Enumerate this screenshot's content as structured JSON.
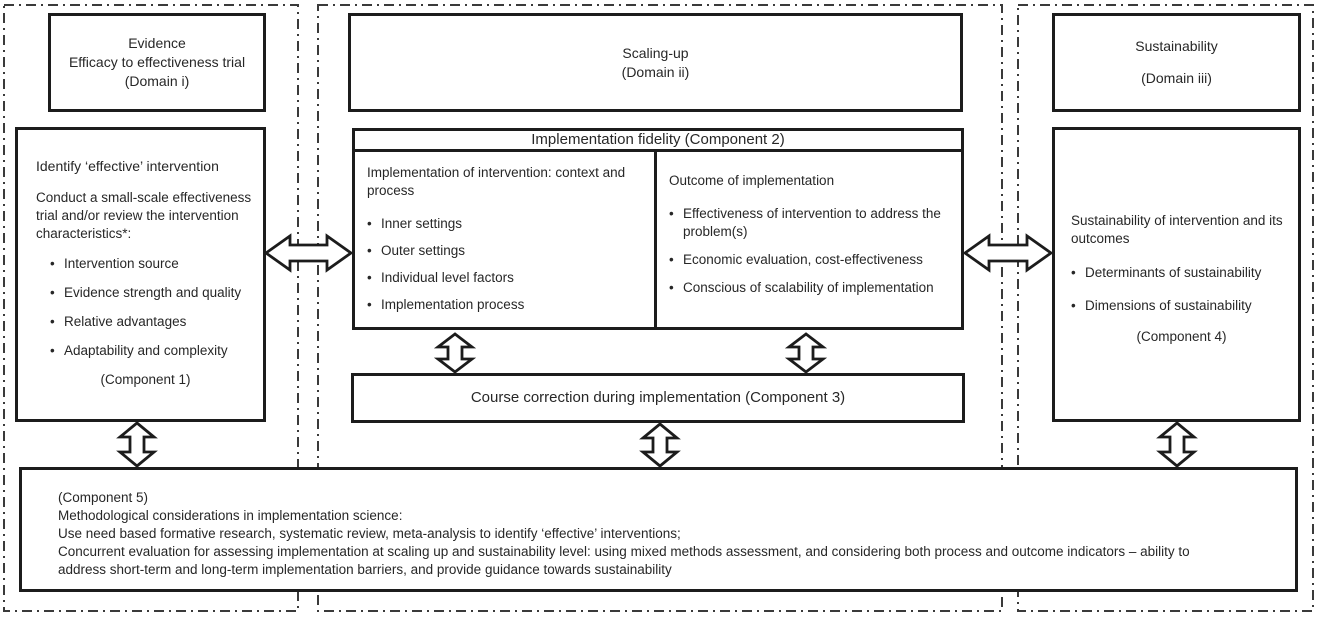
{
  "domains": {
    "i": {
      "line1": "Evidence",
      "line2": "Efficacy to effectiveness trial",
      "line3": "(Domain i)"
    },
    "ii": {
      "line1": "Scaling-up",
      "line2": "(Domain ii)"
    },
    "iii": {
      "line1": "Sustainability",
      "line2": "(Domain iii)"
    }
  },
  "component1": {
    "heading": "Identify ‘effective’ intervention",
    "intro": "Conduct a small-scale effectiveness trial and/or review the intervention characteristics*:",
    "bullets": [
      "Intervention source",
      "Evidence strength and quality",
      "Relative advantages",
      "Adaptability and complexity"
    ],
    "label": "(Component 1)"
  },
  "component2": {
    "header": "Implementation fidelity (Component 2)",
    "left": {
      "heading": "Implementation of intervention: context and process",
      "bullets": [
        "Inner settings",
        "Outer settings",
        "Individual level factors",
        "Implementation process"
      ]
    },
    "right": {
      "heading": "Outcome of implementation",
      "bullets": [
        "Effectiveness of intervention to address the problem(s)",
        "Economic evaluation, cost-effectiveness",
        "Conscious of scalability of implementation"
      ]
    }
  },
  "component3": {
    "label": "Course correction during implementation (Component 3)"
  },
  "component4": {
    "heading": "Sustainability of intervention and its outcomes",
    "bullets": [
      "Determinants of sustainability",
      "Dimensions of sustainability"
    ],
    "label": "(Component 4)"
  },
  "component5": {
    "line1": "(Component 5)",
    "line2": "Methodological considerations in implementation science:",
    "line3": "Use need based formative research, systematic review, meta-analysis to identify ‘effective’ interventions;",
    "line4": "Concurrent evaluation for assessing implementation at scaling up and sustainability level: using mixed methods assessment, and considering both process and outcome indicators – ability to address short-term and long-term implementation barriers, and provide guidance towards sustainability"
  },
  "colors": {
    "line": "#1c1c1c",
    "dash_border": "#3a3a3a",
    "background": "#ffffff"
  }
}
